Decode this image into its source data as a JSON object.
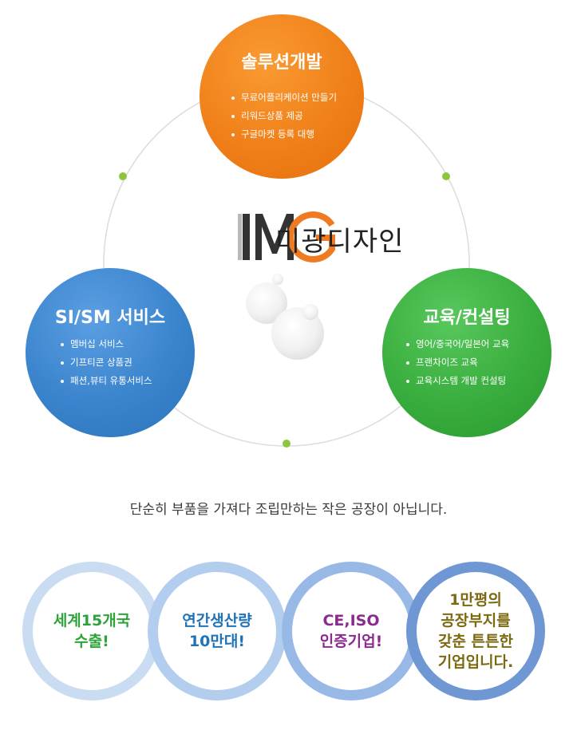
{
  "center": {
    "logo_text": "IMG",
    "company_name": "미광디자인"
  },
  "nodes": {
    "top": {
      "title": "솔루션개발",
      "items": [
        "무료어플리케이션 만들기",
        "리워드상품 제공",
        "구글마켓 등록 대행"
      ],
      "color": "#f08019"
    },
    "left": {
      "title": "SI/SM 서비스",
      "items": [
        "멤버십 서비스",
        "기프티콘 상품권",
        "패션,뷰티 유통서비스"
      ],
      "color": "#3a84cd"
    },
    "right": {
      "title": "교육/컨설팅",
      "items": [
        "영어/중국어/일본어 교육",
        "프랜차이즈 교육",
        "교육시스템 개발 컨설팅"
      ],
      "color": "#39ad3e"
    }
  },
  "colors": {
    "connector_dot": "#8cc63f",
    "logo_dark": "#333333",
    "logo_accent": "#f07a22"
  },
  "tagline": "단순히 부품을 가져다 조립만하는 작은 공장이 아닙니다.",
  "features": [
    {
      "text": "세계15개국\n수출!",
      "text_color": "#2ea33a",
      "ring_color": "#c9dcf2"
    },
    {
      "text": "연간생산량\n10만대!",
      "text_color": "#1f73b8",
      "ring_color": "#b3cdee"
    },
    {
      "text": "CE,ISO\n인증기업!",
      "text_color": "#8c2b8f",
      "ring_color": "#98b8e6"
    },
    {
      "text": "1만평의\n공장부지를\n갖춘 튼튼한\n기업입니다.",
      "text_color": "#7c6a12",
      "ring_color": "#6f97d3"
    }
  ]
}
